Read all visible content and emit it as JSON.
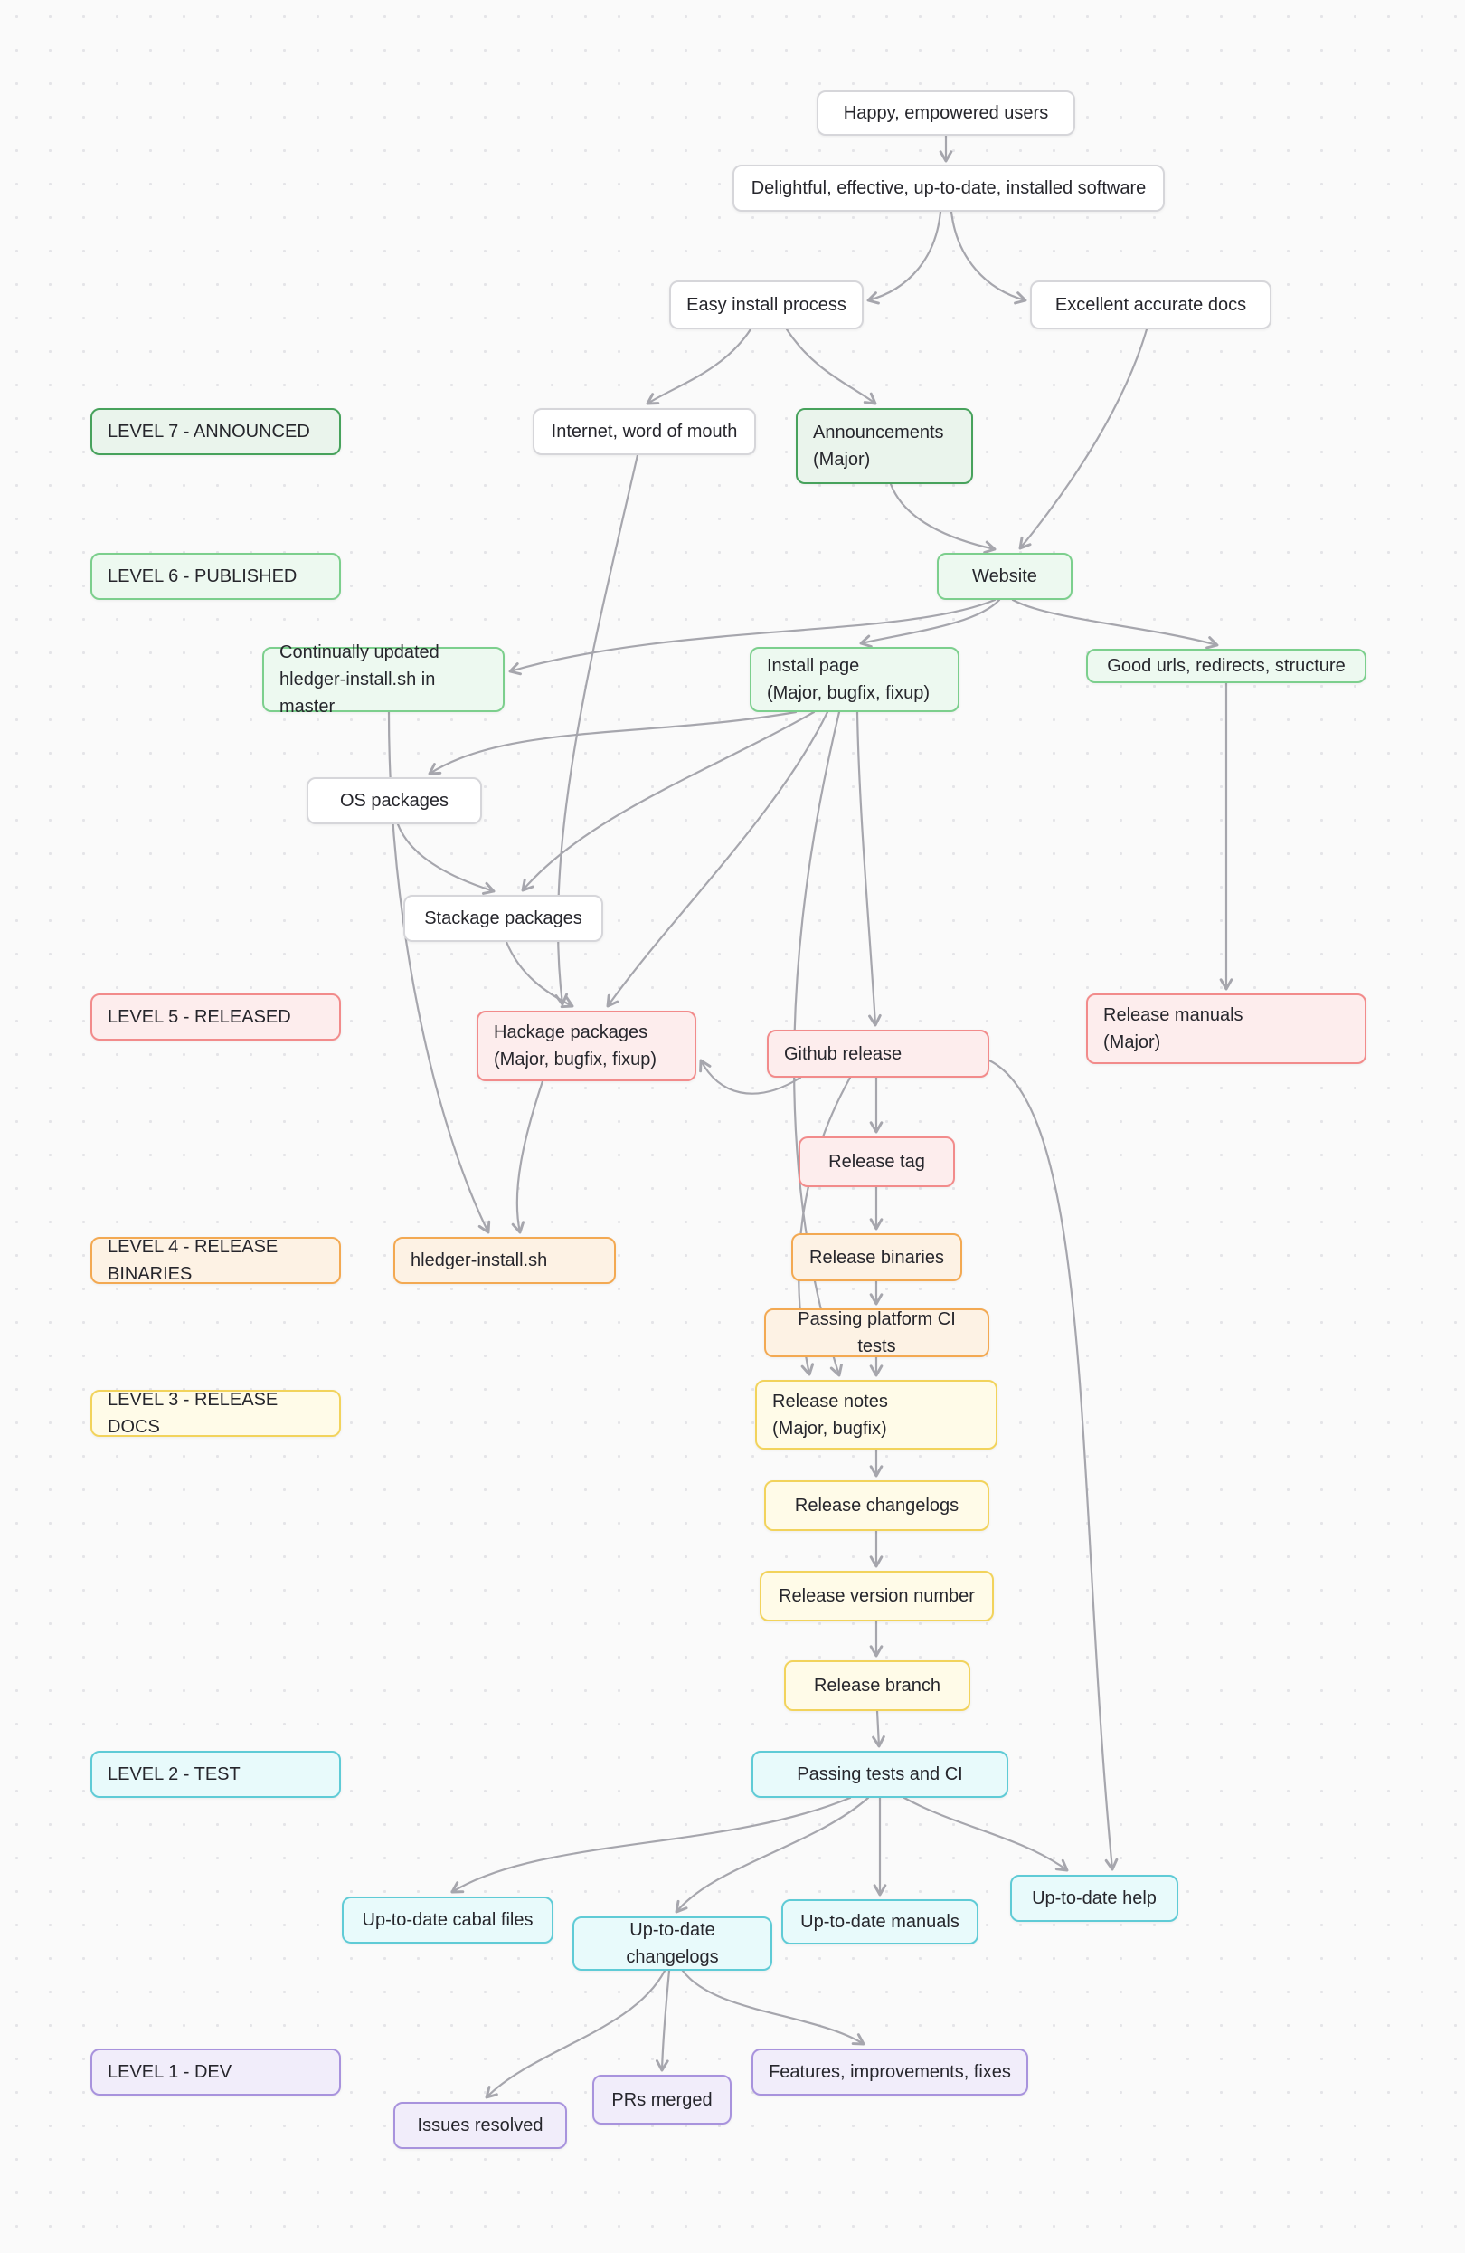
{
  "diagram": {
    "type": "flowchart",
    "colors": {
      "background": "#fafafa",
      "arrow": "#a6a6ad",
      "level7_announced": "#47a25c",
      "level6_published": "#7ccf8d",
      "level5_released": "#f28b8b",
      "level4_release_binaries": "#f3a952",
      "level3_release_docs": "#f2d35c",
      "level2_test": "#5fcbd6",
      "level1_dev": "#a893dd"
    }
  },
  "levels": {
    "level7": {
      "label": "LEVEL 7 - ANNOUNCED"
    },
    "level6": {
      "label": "LEVEL 6 - PUBLISHED"
    },
    "level5": {
      "label": "LEVEL 5 - RELEASED"
    },
    "level4": {
      "label": "LEVEL 4 - RELEASE BINARIES"
    },
    "level3": {
      "label": "LEVEL 3 - RELEASE DOCS"
    },
    "level2": {
      "label": "LEVEL 2 - TEST"
    },
    "level1": {
      "label": "LEVEL 1 - DEV"
    }
  },
  "nodes": {
    "happy": {
      "label": "Happy, empowered users"
    },
    "delightful": {
      "label": "Delightful, effective, up-to-date, installed software"
    },
    "easy_install": {
      "label": "Easy install process"
    },
    "excellent_docs": {
      "label": "Excellent accurate docs"
    },
    "internet": {
      "label": "Internet, word of mouth"
    },
    "announcements": {
      "label": "Announcements",
      "sublabel": "(Major)"
    },
    "website": {
      "label": "Website"
    },
    "continually_updated": {
      "label": "Continually updated",
      "sublabel": "hledger-install.sh in master"
    },
    "install_page": {
      "label": "Install page",
      "sublabel": "(Major, bugfix, fixup)"
    },
    "good_urls": {
      "label": "Good urls, redirects, structure"
    },
    "os_packages": {
      "label": "OS packages"
    },
    "stackage_packages": {
      "label": "Stackage packages"
    },
    "hackage_packages": {
      "label": "Hackage packages",
      "sublabel": "(Major, bugfix, fixup)"
    },
    "github_release": {
      "label": "Github release"
    },
    "release_manuals": {
      "label": "Release manuals",
      "sublabel": "(Major)"
    },
    "release_tag": {
      "label": "Release tag"
    },
    "hledger_install_sh": {
      "label": "hledger-install.sh"
    },
    "release_binaries": {
      "label": "Release binaries"
    },
    "platform_ci": {
      "label": "Passing platform CI tests"
    },
    "release_notes": {
      "label": "Release notes",
      "sublabel": "(Major, bugfix)"
    },
    "release_changelogs": {
      "label": "Release changelogs"
    },
    "release_version": {
      "label": "Release version number"
    },
    "release_branch": {
      "label": "Release branch"
    },
    "passing_tests": {
      "label": "Passing tests and CI"
    },
    "cabal_files": {
      "label": "Up-to-date cabal files"
    },
    "up_changelogs": {
      "label": "Up-to-date changelogs"
    },
    "up_manuals": {
      "label": "Up-to-date manuals"
    },
    "up_help": {
      "label": "Up-to-date help"
    },
    "features": {
      "label": "Features, improvements, fixes"
    },
    "prs_merged": {
      "label": "PRs merged"
    },
    "issues_resolved": {
      "label": "Issues resolved"
    }
  },
  "edges": [
    {
      "from": "happy",
      "to": "delightful"
    },
    {
      "from": "delightful",
      "to": "easy_install"
    },
    {
      "from": "delightful",
      "to": "excellent_docs"
    },
    {
      "from": "easy_install",
      "to": "internet"
    },
    {
      "from": "easy_install",
      "to": "announcements"
    },
    {
      "from": "announcements",
      "to": "website"
    },
    {
      "from": "excellent_docs",
      "to": "website"
    },
    {
      "from": "website",
      "to": "continually_updated"
    },
    {
      "from": "website",
      "to": "install_page"
    },
    {
      "from": "website",
      "to": "good_urls"
    },
    {
      "from": "good_urls",
      "to": "release_manuals"
    },
    {
      "from": "continually_updated",
      "to": "hledger_install_sh"
    },
    {
      "from": "install_page",
      "to": "os_packages"
    },
    {
      "from": "install_page",
      "to": "stackage_packages"
    },
    {
      "from": "install_page",
      "to": "hackage_packages"
    },
    {
      "from": "install_page",
      "to": "github_release"
    },
    {
      "from": "install_page",
      "to": "release_notes"
    },
    {
      "from": "os_packages",
      "to": "stackage_packages"
    },
    {
      "from": "stackage_packages",
      "to": "hackage_packages"
    },
    {
      "from": "internet",
      "to": "hackage_packages"
    },
    {
      "from": "github_release",
      "to": "release_tag"
    },
    {
      "from": "github_release",
      "to": "hackage_packages"
    },
    {
      "from": "github_release",
      "to": "release_notes"
    },
    {
      "from": "github_release",
      "to": "up_help"
    },
    {
      "from": "release_tag",
      "to": "release_binaries"
    },
    {
      "from": "release_binaries",
      "to": "platform_ci"
    },
    {
      "from": "platform_ci",
      "to": "release_notes"
    },
    {
      "from": "release_notes",
      "to": "release_changelogs"
    },
    {
      "from": "release_changelogs",
      "to": "release_version"
    },
    {
      "from": "release_version",
      "to": "release_branch"
    },
    {
      "from": "release_branch",
      "to": "passing_tests"
    },
    {
      "from": "passing_tests",
      "to": "cabal_files"
    },
    {
      "from": "passing_tests",
      "to": "up_changelogs"
    },
    {
      "from": "passing_tests",
      "to": "up_manuals"
    },
    {
      "from": "passing_tests",
      "to": "up_help"
    },
    {
      "from": "up_changelogs",
      "to": "issues_resolved"
    },
    {
      "from": "up_changelogs",
      "to": "prs_merged"
    },
    {
      "from": "up_changelogs",
      "to": "features"
    },
    {
      "from": "hackage_packages",
      "to": "hledger_install_sh"
    }
  ]
}
